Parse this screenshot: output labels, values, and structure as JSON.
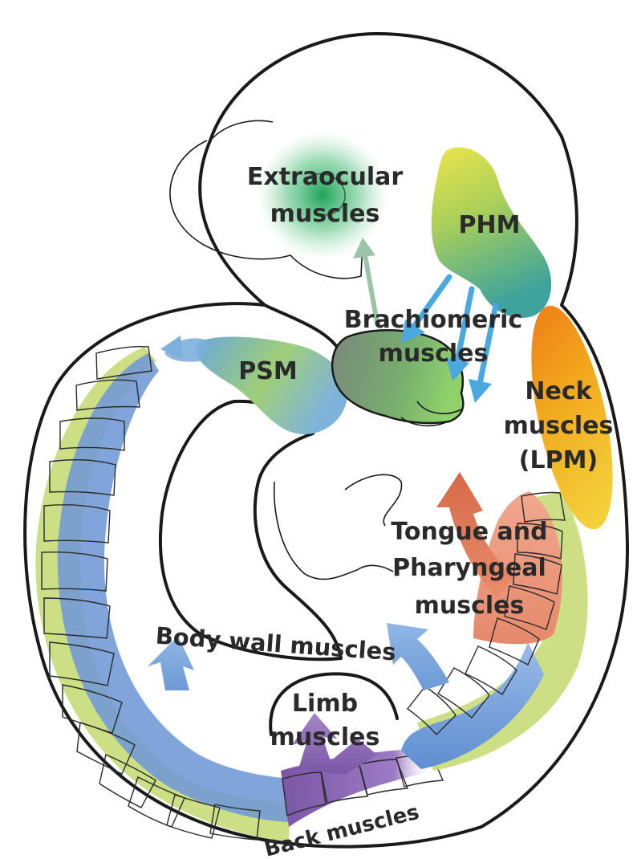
{
  "labels": {
    "extraocular_line1": "Extraocular",
    "extraocular_line2": "muscles",
    "phm": "PHM",
    "branchiomeric_line1": "Brachiomeric",
    "branchiomeric_line2": "muscles",
    "psm": "PSM",
    "neck_line1": "Neck",
    "neck_line2": "muscles",
    "neck_line3": "(LPM)",
    "tongue_line1": "Tongue and",
    "tongue_line2": "Pharyngeal",
    "tongue_line3": "muscles",
    "body_wall": "Body wall muscles",
    "limb_line1": "Limb",
    "limb_line2": "muscles",
    "back": "Back muscles"
  },
  "colors": {
    "body_fill": "#f1f3f4",
    "somite_blue": "#6f99d6",
    "somite_green": "#c8dc78",
    "phm_top": "#e7e34a",
    "phm_bottom": "#4fae9a",
    "extraocular_green": "#1aa255",
    "branchiomeric_dark": "#7c8a7c",
    "branchiomeric_light": "#8fcf6a",
    "neck_orange": "#f2b21e",
    "tongue_salmon": "#eb8a6c",
    "back_purple": "#7b5aa8",
    "arrow_blue": "#4aa7e0",
    "arrow_green": "#9cc2a8"
  }
}
